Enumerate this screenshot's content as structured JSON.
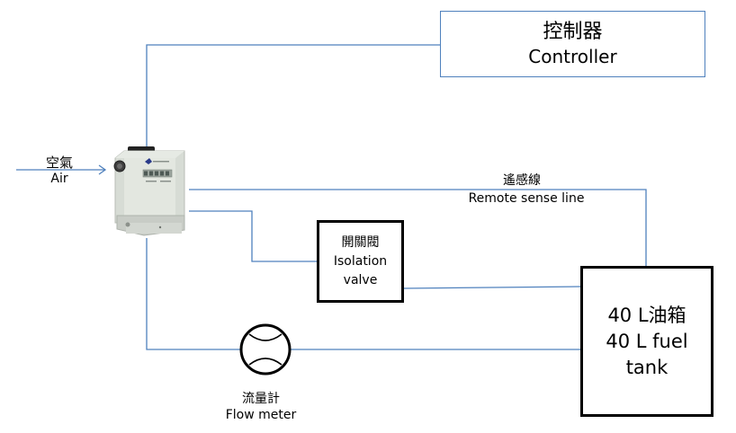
{
  "diagram": {
    "controller": {
      "label_zh": "控制器",
      "label_en": "Controller"
    },
    "air_input": {
      "label_zh": "空氣",
      "label_en": "Air"
    },
    "remote_sense_line": {
      "label_zh": "遙感線",
      "label_en": "Remote sense line"
    },
    "isolation_valve": {
      "label_zh": "開關閥",
      "label_en_line1": "Isolation",
      "label_en_line2": "valve"
    },
    "fuel_tank": {
      "label_line1": "40 L油箱",
      "label_line2": "40 L fuel",
      "label_line3": "tank"
    },
    "flow_meter": {
      "label_zh": "流量計",
      "label_en": "Flow meter"
    },
    "regulator_device": {
      "icon": "pressure-regulator-icon"
    },
    "colors": {
      "connector_line": "#4f81bd",
      "box_border_dark": "#000000",
      "controller_border": "#4f81bd"
    }
  }
}
